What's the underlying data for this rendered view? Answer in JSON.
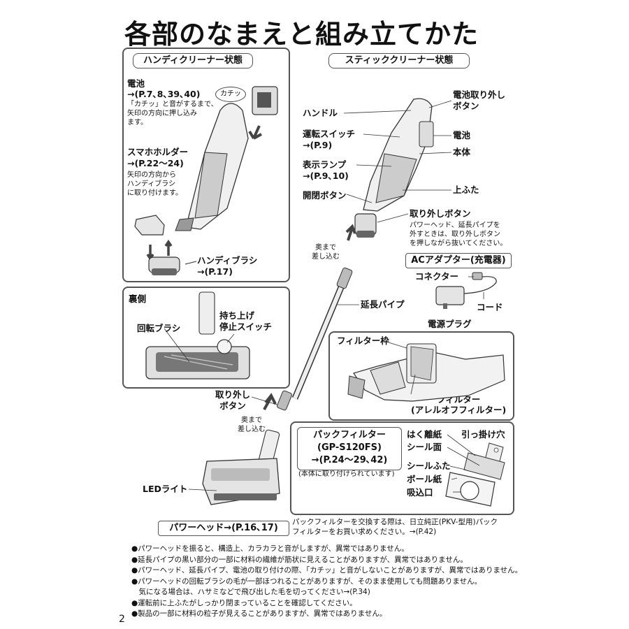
{
  "page_title": "各部のなまえと組み立てかた",
  "handy": {
    "header": "ハンディクリーナー状態",
    "battery_label": "電池",
    "battery_ref": "→(P.7､8､39､40)",
    "battery_note": [
      "「カチッ」と音がするまで、",
      "矢印の方向に押し込み",
      "ます。"
    ],
    "click_bubble": "カチッ",
    "phone_holder_label": "スマホホルダー",
    "phone_holder_ref": "→(P.22～24)",
    "phone_holder_note": [
      "矢印の方向から",
      "ハンディブラシ",
      "に取り付けます。"
    ],
    "handy_brush_label": "ハンディブラシ",
    "handy_brush_ref": "→(P.17)"
  },
  "stick": {
    "header": "スティッククリーナー状態",
    "labels": {
      "handle": "ハンドル",
      "run_switch": "運転スイッチ",
      "run_switch_ref": "→(P.9)",
      "display_lamp": "表示ランプ",
      "display_lamp_ref": "→(P.9､10)",
      "open_close_button": "開閉ボタン",
      "battery_release": [
        "電池取り外し",
        "ボタン"
      ],
      "battery": "電池",
      "body": "本体",
      "top_cover": "上ふた",
      "release_button": "取り外しボタン",
      "release_note": [
        "パワーヘッド、延長パイプを",
        "外すときは、取り外しボタン",
        "を押しながら抜いてください。"
      ],
      "push_in": [
        "奥まで",
        "差し込む"
      ],
      "extension_pipe": "延長パイプ"
    }
  },
  "adapter": {
    "header": "ACアダプター(充電器)",
    "connector": "コネクター",
    "cord": "コード",
    "plug": "電源プラグ"
  },
  "back": {
    "header": "裏側",
    "rotating_brush": "回転ブラシ",
    "lift_stop": [
      "持ち上げ",
      "停止スイッチ"
    ]
  },
  "filter_panel": {
    "frame": "フィルター枠",
    "filter": [
      "フィルター",
      "(アレルオフフィルター)"
    ]
  },
  "power_head": {
    "release_button": [
      "取り外し",
      "ボタン"
    ],
    "push_in": [
      "奥まで",
      "差し込む"
    ],
    "led_light": "LEDライト",
    "label": "パワーヘッド→(P.16､17)"
  },
  "pack_filter": {
    "title": [
      "パックフィルター",
      "(GP-S120FS)",
      "→(P.24～29､42)"
    ],
    "installed_note": "(本体に取り付けられています)",
    "labels": {
      "release_paper": "はく離紙",
      "hook_hole": "引っ掛け穴",
      "seal_surface": "シール面",
      "seal_lid": "シールふた",
      "ball_paper": "ボール紙",
      "inlet": "吸込口"
    },
    "replace_note": [
      "パックフィルターを交換する際は、日立純正(PKV-型用)パック",
      "フィルターをお買い求めください。→(P.42)"
    ]
  },
  "notes": [
    "●パワーヘッドを振ると、構造上、カラカラと音がしますが、異常ではありません。",
    "●延長パイプの黒い部分の一部に材料の繊維が筋状に見えることがありますが、異常ではありません。",
    "●パワーヘッド、延長パイプ、電池の取り付けの際、「カチッ」と音がしないことがありますが、異常ではありません。",
    "●パワーヘッドの回転ブラシの毛が一部ほつれることがありますが、そのまま使用しても問題ありません。",
    "　気になる場合は、ハサミなどで飛び出した毛を切ってください→(P.34)",
    "●運転前に上ふたがしっかり閉まっていることを確認してください。",
    "●製品の一部に材料の粒子が見えることがありますが、異常ではありません。"
  ],
  "page_number": "2"
}
